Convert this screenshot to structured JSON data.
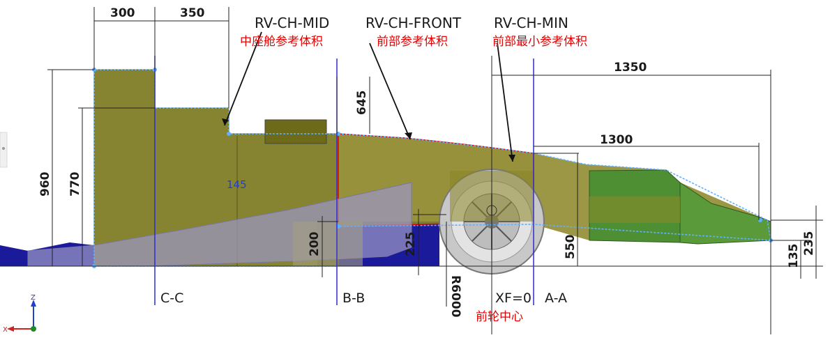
{
  "labels": {
    "mid_code": "RV-CH-MID",
    "mid_cn": "中座舱参考体积",
    "front_code": "RV-CH-FRONT",
    "front_cn": "前部参考体积",
    "min_code": "RV-CH-MIN",
    "min_cn": "前部最小参考体积",
    "wheel_center_code": "XF=0",
    "wheel_center_cn": "前轮中心"
  },
  "sections": {
    "c": "C-C",
    "b": "B-B",
    "a": "A-A"
  },
  "dimensions": {
    "d300": "300",
    "d350": "350",
    "d1350": "1350",
    "d1300": "1300",
    "d645": "645",
    "d960": "960",
    "d770": "770",
    "d200": "200",
    "d225": "225",
    "d550": "550",
    "d135": "135",
    "d235": "235",
    "r6000": "R6000",
    "d145": "145"
  },
  "axes": {
    "z": "Z",
    "x": "X"
  },
  "colors": {
    "mid_volume": "#7d7a1f",
    "front_volume": "#8b8525",
    "nose_green": "#4f8f33",
    "floor_blue": "#1a1a9a",
    "callout_red": "#e60000",
    "section_line": "#2d2dd0",
    "wheel_grey": "#bfbfbf"
  }
}
